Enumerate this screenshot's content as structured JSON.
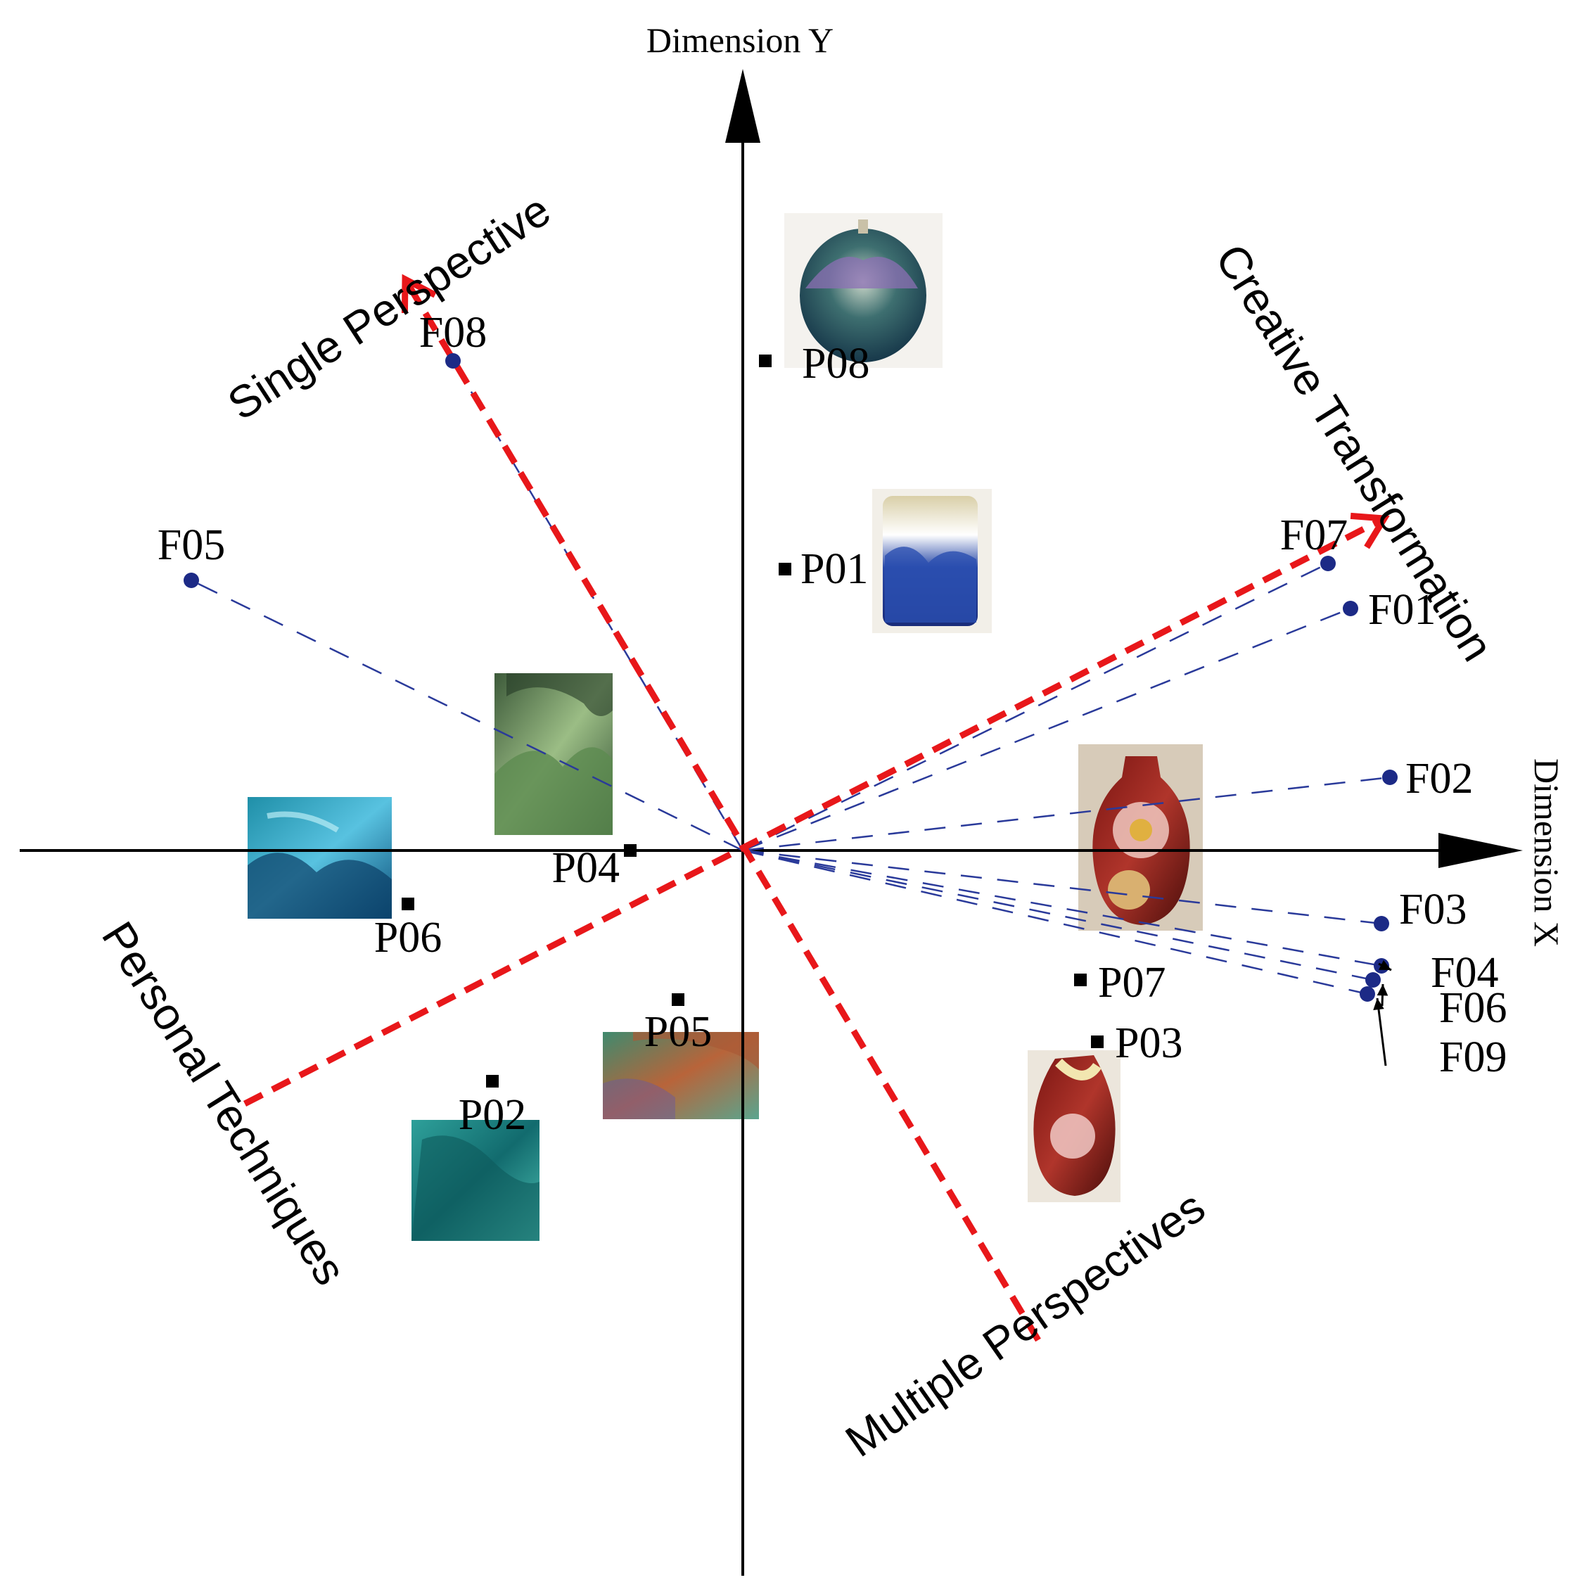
{
  "chart_data": {
    "type": "scatter",
    "xlabel": "Dimension X",
    "ylabel": "Dimension Y",
    "grid": false,
    "legend": "none",
    "projects": [
      {
        "label": "P01",
        "x": 0.15,
        "y": 1.0
      },
      {
        "label": "P02",
        "x": -0.89,
        "y": -0.82
      },
      {
        "label": "P03",
        "x": 1.26,
        "y": -0.68
      },
      {
        "label": "P04",
        "x": -0.4,
        "y": 0.0
      },
      {
        "label": "P05",
        "x": -0.23,
        "y": -0.53
      },
      {
        "label": "P06",
        "x": -1.19,
        "y": -0.19
      },
      {
        "label": "P07",
        "x": 1.2,
        "y": -0.46
      },
      {
        "label": "P08",
        "x": 0.08,
        "y": 1.74
      }
    ],
    "features": [
      {
        "label": "F01",
        "x": 2.16,
        "y": 0.86
      },
      {
        "label": "F02",
        "x": 2.3,
        "y": 0.26
      },
      {
        "label": "F03",
        "x": 2.27,
        "y": -0.26
      },
      {
        "label": "F04",
        "x": 2.27,
        "y": -0.41
      },
      {
        "label": "F05",
        "x": -1.96,
        "y": 0.96
      },
      {
        "label": "F06",
        "x": 2.24,
        "y": -0.46
      },
      {
        "label": "F07",
        "x": 2.08,
        "y": 1.02
      },
      {
        "label": "F08",
        "x": -1.03,
        "y": 1.74
      },
      {
        "label": "F09",
        "x": 2.22,
        "y": -0.51
      }
    ],
    "direction_vectors": [
      {
        "label": "Creative Transformation",
        "from": [
          -1.77,
          -0.9
        ],
        "to": [
          2.28,
          1.18
        ]
      },
      {
        "label": "Single Perspective",
        "from": [
          1.05,
          -1.74
        ],
        "to": [
          -1.2,
          2.03
        ]
      }
    ],
    "colors": {
      "axes": "#000000",
      "project_marker": "#000000",
      "feature_marker": "#1c2a86",
      "feature_line": "#2a3a9a",
      "direction_vector": "#e8171a"
    }
  }
}
